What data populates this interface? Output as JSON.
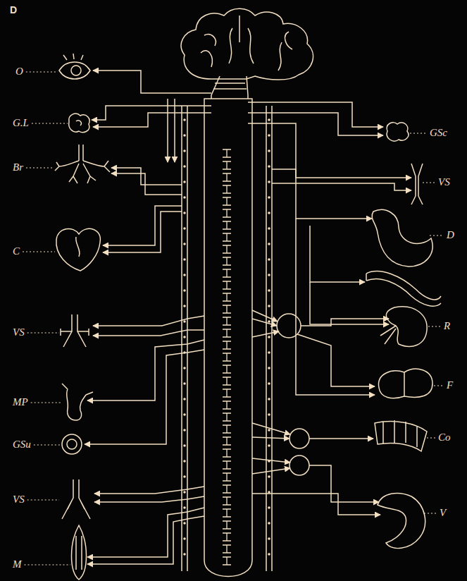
{
  "diagram": {
    "labels": [
      "D",
      "O",
      "G.L",
      "Br",
      "C",
      "VS",
      "MP",
      "GSu",
      "VS",
      "M",
      "GSc",
      "VS",
      "D",
      "R",
      "F",
      "Co",
      "V"
    ]
  }
}
